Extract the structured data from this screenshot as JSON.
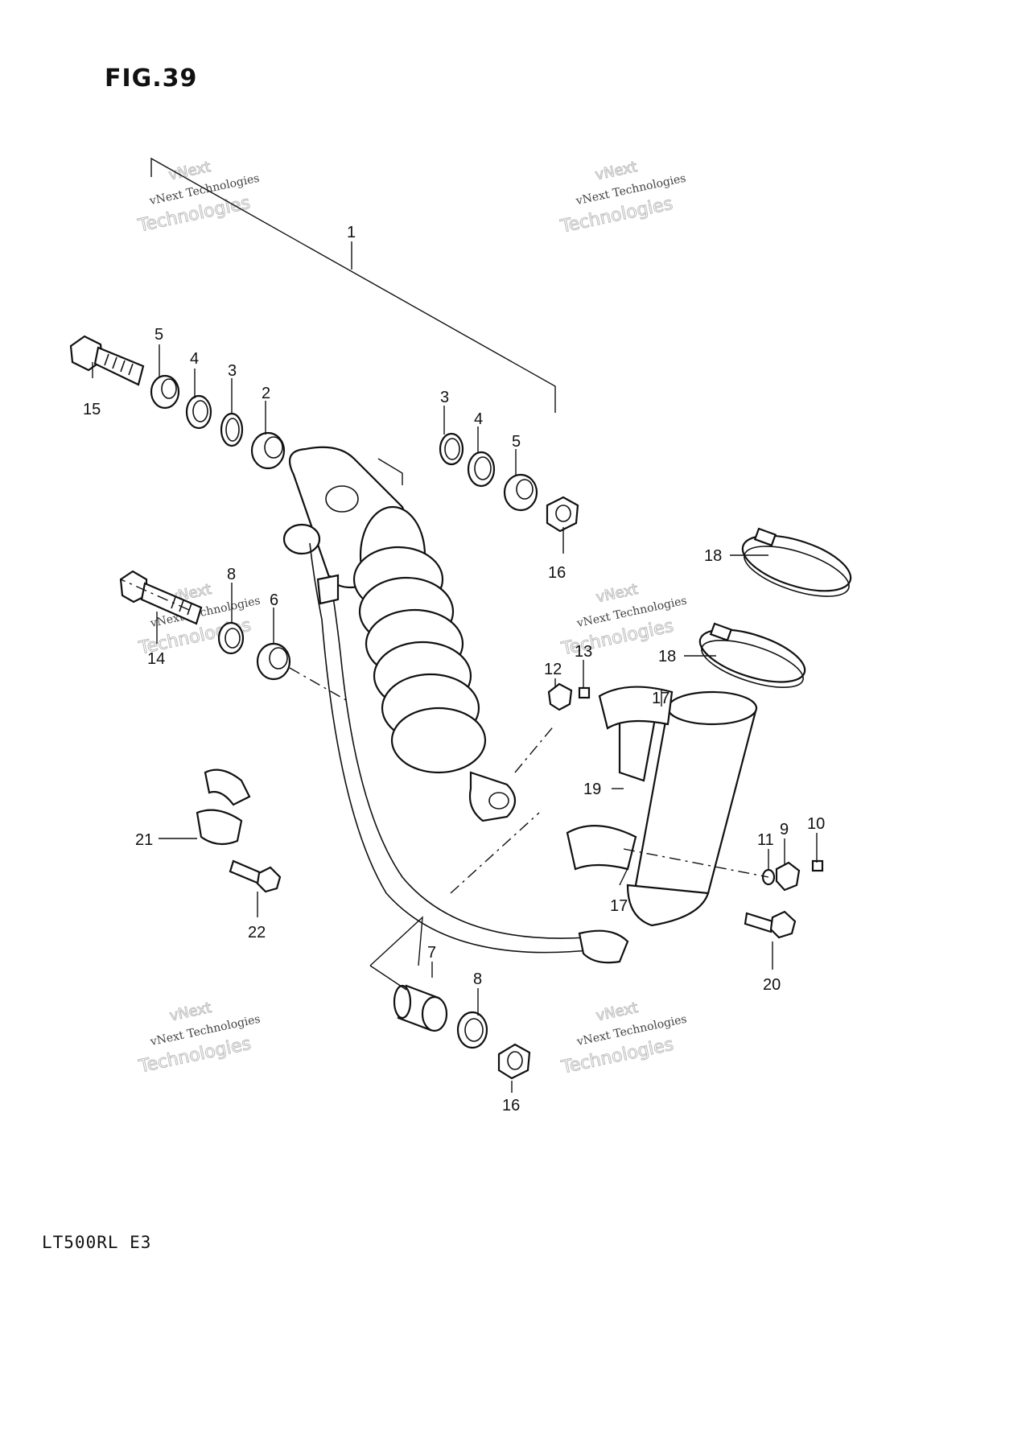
{
  "figure": {
    "title": "FIG.39",
    "model": "LT500RL  E3"
  },
  "watermark": {
    "line1": "vNext Technologies",
    "big": "Technologies",
    "small_top": "vNext"
  },
  "callouts": {
    "p1": "1",
    "p2": "2",
    "p3a": "3",
    "p3b": "3",
    "p4a": "4",
    "p4b": "4",
    "p5a": "5",
    "p5b": "5",
    "p6": "6",
    "p7": "7",
    "p8a": "8",
    "p8b": "8",
    "p9": "9",
    "p10": "10",
    "p11": "11",
    "p12": "12",
    "p13": "13",
    "p14": "14",
    "p15": "15",
    "p16a": "16",
    "p16b": "16",
    "p17a": "17",
    "p17b": "17",
    "p18a": "18",
    "p18b": "18",
    "p19": "19",
    "p20": "20",
    "p21": "21",
    "p22": "22"
  }
}
